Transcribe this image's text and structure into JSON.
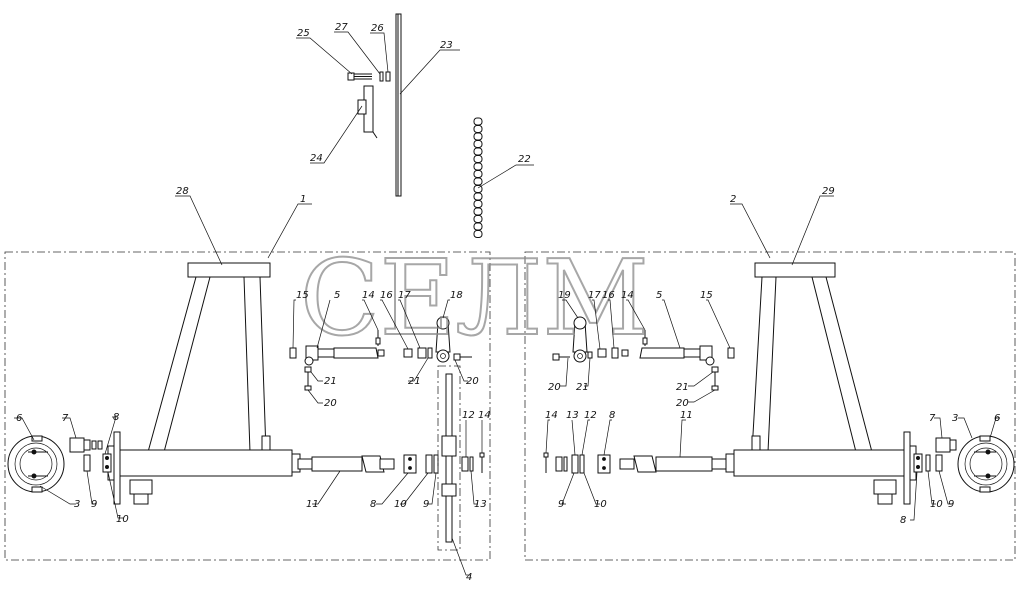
{
  "watermark": "СЕЛМ",
  "callouts": {
    "c1": "1",
    "c2": "2",
    "c3": "3",
    "c3r": "3",
    "c4": "4",
    "c5": "5",
    "c5r": "5",
    "c6": "6",
    "c6r": "6",
    "c7": "7",
    "c7r": "7",
    "c8a": "8",
    "c8b": "8",
    "c8c": "8",
    "c8d": "8",
    "c9a": "9",
    "c9b": "9",
    "c9c": "9",
    "c9d": "9",
    "c10a": "10",
    "c10b": "10",
    "c10c": "10",
    "c10d": "10",
    "c11": "11",
    "c11r": "11",
    "c12": "12",
    "c12r": "12",
    "c13": "13",
    "c13r": "13",
    "c14a": "14",
    "c14b": "14",
    "c14c": "14",
    "c14d": "14",
    "c15": "15",
    "c15r": "15",
    "c16": "16",
    "c16r": "16",
    "c17": "17",
    "c17r": "17",
    "c18": "18",
    "c19": "19",
    "c20a": "20",
    "c20b": "20",
    "c20c": "20",
    "c20d": "20",
    "c21a": "21",
    "c21b": "21",
    "c21c": "21",
    "c21d": "21",
    "c22": "22",
    "c23": "23",
    "c24": "24",
    "c25": "25",
    "c26": "26",
    "c27": "27",
    "c28": "28",
    "c29": "29"
  }
}
